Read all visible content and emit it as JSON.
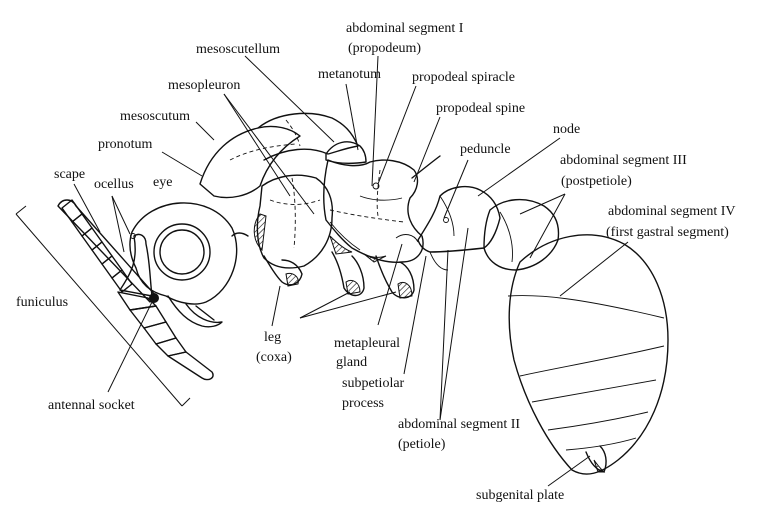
{
  "labels": {
    "abdominal_segment_1": "abdominal segment I",
    "propodeum": "(propodeum)",
    "mesoscutellum": "mesoscutellum",
    "metanotum": "metanotum",
    "propodeal_spiracle": "propodeal spiracle",
    "mesopleuron": "mesopleuron",
    "propodeal_spine": "propodeal spine",
    "mesoscutum": "mesoscutum",
    "node": "node",
    "pronotum": "pronotum",
    "peduncle": "peduncle",
    "abdominal_segment_3": "abdominal segment III",
    "postpetiole": "(postpetiole)",
    "scape": "scape",
    "ocellus": "ocellus",
    "eye": "eye",
    "abdominal_segment_4": "abdominal segment IV",
    "first_gastral_segment": "(first gastral segment)",
    "funiculus": "funiculus",
    "leg": "leg",
    "coxa": "(coxa)",
    "metapleural": "metapleural",
    "gland": "gland",
    "subpetiolar": "subpetiolar",
    "process": "process",
    "antennal_socket": "antennal socket",
    "abdominal_segment_2": "abdominal segment II",
    "petiole": "(petiole)",
    "subgenital_plate": "subgenital plate"
  }
}
